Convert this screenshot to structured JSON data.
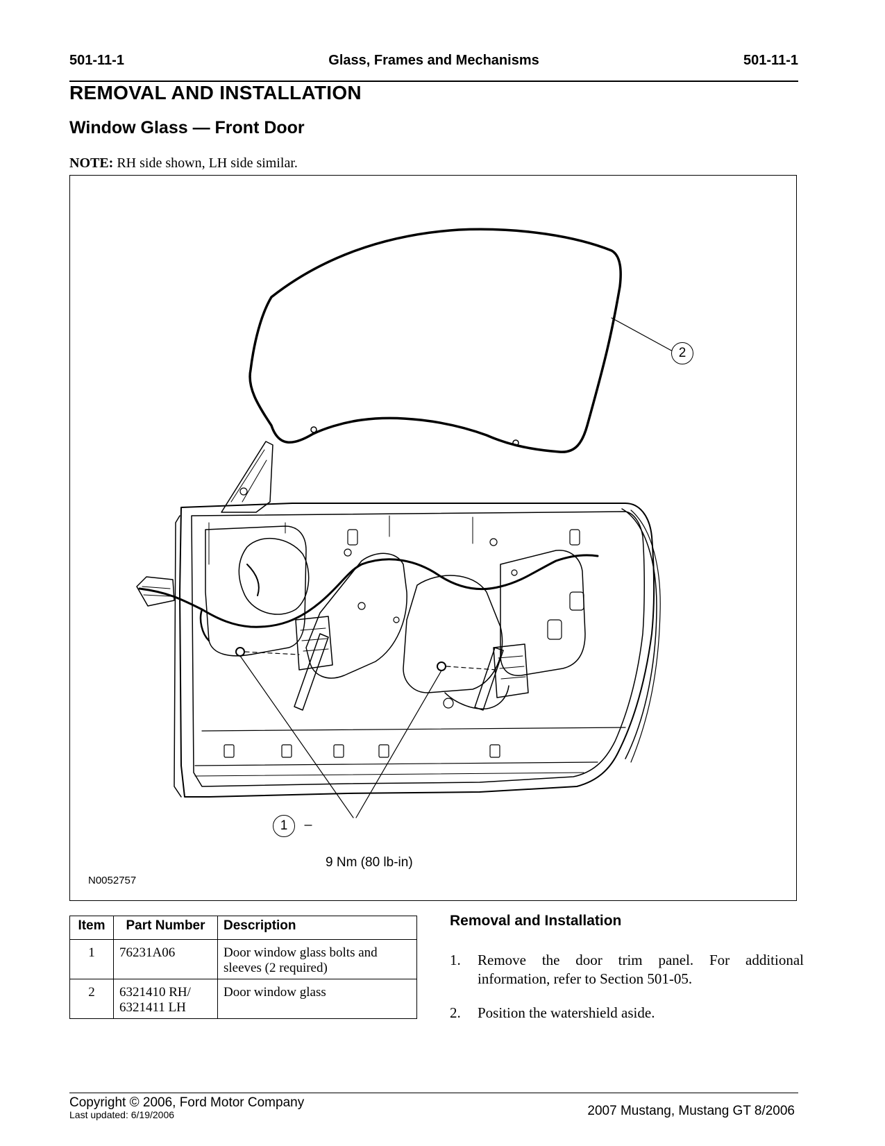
{
  "header": {
    "left": "501-11-1",
    "center": "Glass, Frames and Mechanisms",
    "right": "501-11-1"
  },
  "title": "REMOVAL AND INSTALLATION",
  "subtitle": "Window Glass — Front Door",
  "note": {
    "label": "NOTE:",
    "text": " RH side shown, LH side similar."
  },
  "figure": {
    "id": "N0052757",
    "callout_1": "1",
    "callout_2": "2",
    "torque": "9 Nm (80 lb-in)"
  },
  "table": {
    "headers": [
      "Item",
      "Part Number",
      "Description"
    ],
    "rows": [
      {
        "item": "1",
        "part": "76231A06",
        "description": "Door window glass bolts and sleeves (2 required)"
      },
      {
        "item": "2",
        "part_line1": "6321410 RH/",
        "part_line2": "6321411 LH",
        "description": "Door window glass"
      }
    ]
  },
  "procedure": {
    "heading": "Removal and Installation",
    "steps": [
      {
        "num": "1.",
        "text": "Remove the door trim panel. For additional information, refer to Section 501-05."
      },
      {
        "num": "2.",
        "text": "Position the watershield aside."
      }
    ]
  },
  "footer": {
    "copyright": "Copyright © 2006, Ford Motor Company",
    "last_updated": "Last updated: 6/19/2006",
    "model": "2007 Mustang, Mustang GT 8/2006"
  }
}
